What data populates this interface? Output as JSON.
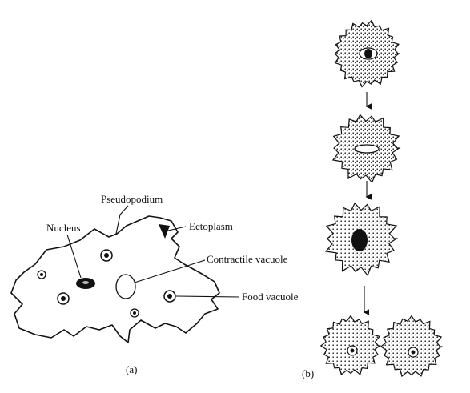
{
  "labels": {
    "pseudopodium": "Pseudopodium",
    "nucleus": "Nucleus",
    "ectoplasm": "Ectoplasm",
    "contractile_vacuole": "Contractile vacuole",
    "food_vacuole": "Food vacuole"
  },
  "captions": {
    "a": "(a)",
    "b": "(b)"
  }
}
